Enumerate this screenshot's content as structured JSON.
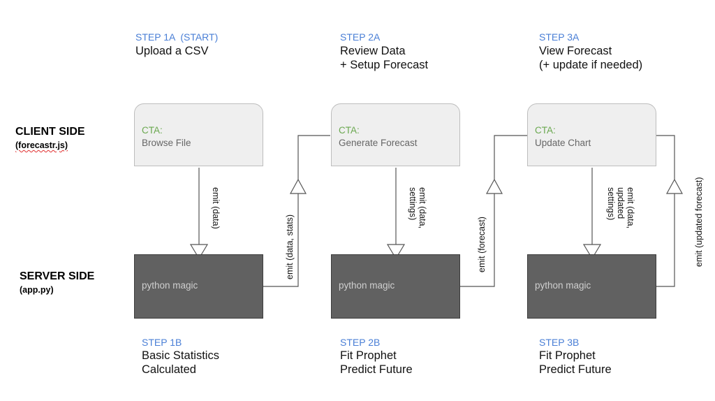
{
  "client_side": {
    "title": "CLIENT SIDE",
    "sub": "(forecastr.js)"
  },
  "server_side": {
    "title": "SERVER SIDE",
    "sub": "(app.py)"
  },
  "top_steps": [
    {
      "label": "STEP 1A  (START)",
      "title": "Upload a CSV"
    },
    {
      "label": "STEP 2A",
      "title": "Review Data\n+ Setup Forecast"
    },
    {
      "label": "STEP 3A",
      "title": "View Forecast\n(+ update if needed)"
    }
  ],
  "bottom_steps": [
    {
      "label": "STEP 1B",
      "title": "Basic Statistics\nCalculated"
    },
    {
      "label": "STEP 2B",
      "title": "Fit Prophet\nPredict Future"
    },
    {
      "label": "STEP 3B",
      "title": "Fit Prophet\nPredict Future"
    }
  ],
  "client_boxes": [
    {
      "cta": "CTA:",
      "text": "Browse File"
    },
    {
      "cta": "CTA:",
      "text": "Generate Forecast"
    },
    {
      "cta": "CTA:",
      "text": "Update Chart"
    }
  ],
  "server_boxes": [
    {
      "text": "python magic"
    },
    {
      "text": "python magic"
    },
    {
      "text": "python magic"
    }
  ],
  "emits": {
    "down": [
      "emit (data)",
      "emit (data,\nsettings)",
      "emit (data,\nupdated\nsettings)"
    ],
    "up": [
      "emit (data, stats)",
      "emit (forecast)",
      "emit (updated forecast)"
    ]
  },
  "colors": {
    "step_label": "#4a7fd6",
    "cta": "#6aa84f",
    "client_box": "#efefef",
    "server_box": "#616161",
    "connector": "#555555"
  }
}
